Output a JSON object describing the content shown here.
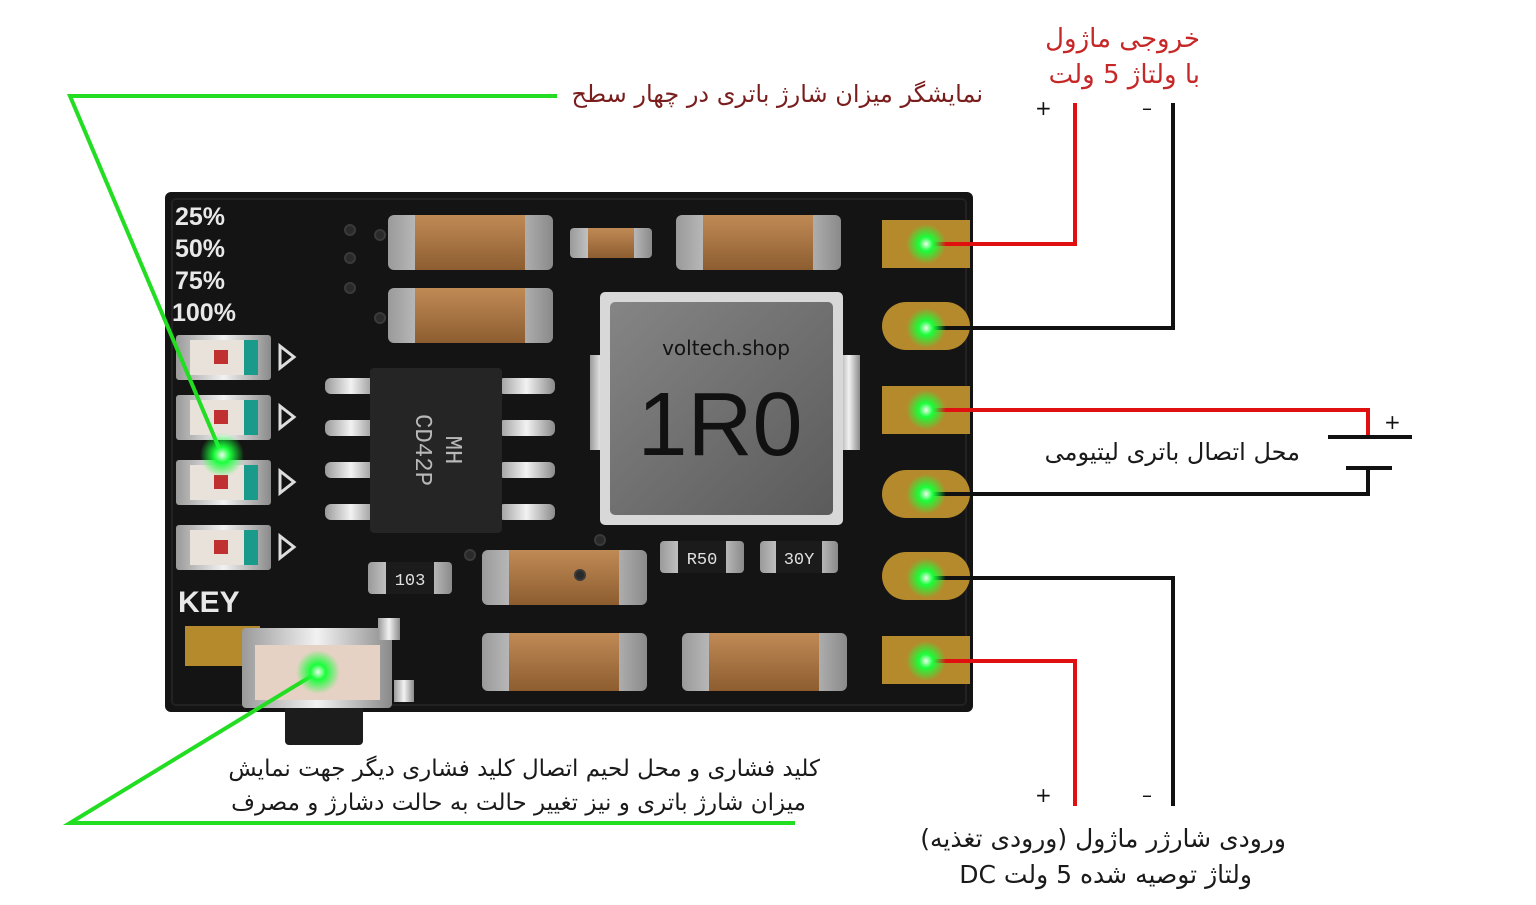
{
  "labels": {
    "output_line1": "خروجی ماژول",
    "output_line2": "با ولتاژ 5 ولت",
    "indicator": "نمایشگر میزان شارژ باتری در چهار سطح",
    "battery": "محل اتصال باتری لیتیومی",
    "key_line1": "کلید فشاری و محل لحیم اتصال کلید فشاری دیگر جهت نمایش",
    "key_line2": "میزان شارژ باتری و نیز تغییر حالت به حالت دشارژ و مصرف",
    "input_line1": "ورودی شارژر ماژول (ورودی تغذیه)",
    "input_line2": "ولتاژ توصیه شده 5 ولت DC"
  },
  "signs": {
    "plus": "+",
    "minus": "–"
  },
  "board": {
    "level_labels": [
      "25%",
      "50%",
      "75%",
      "100%"
    ],
    "key": "KEY",
    "watermark": "voltech.shop",
    "inductor": "1R0",
    "ic_line1": "MH",
    "ic_line2": "CD42P",
    "res_103": "103",
    "res_r50": "R50",
    "res_30y": "30Y"
  },
  "colors": {
    "pcb": "#141414",
    "pad": "#b58a2c",
    "green_line": "#22dd22",
    "green_dot": "#19ff3a",
    "red_wire": "#e01010",
    "black_wire": "#111111",
    "capacitor": "#a4703e",
    "inductor": "#6d6d6d",
    "label_red": "#c62828",
    "label_dark": "#1a1a1a"
  }
}
